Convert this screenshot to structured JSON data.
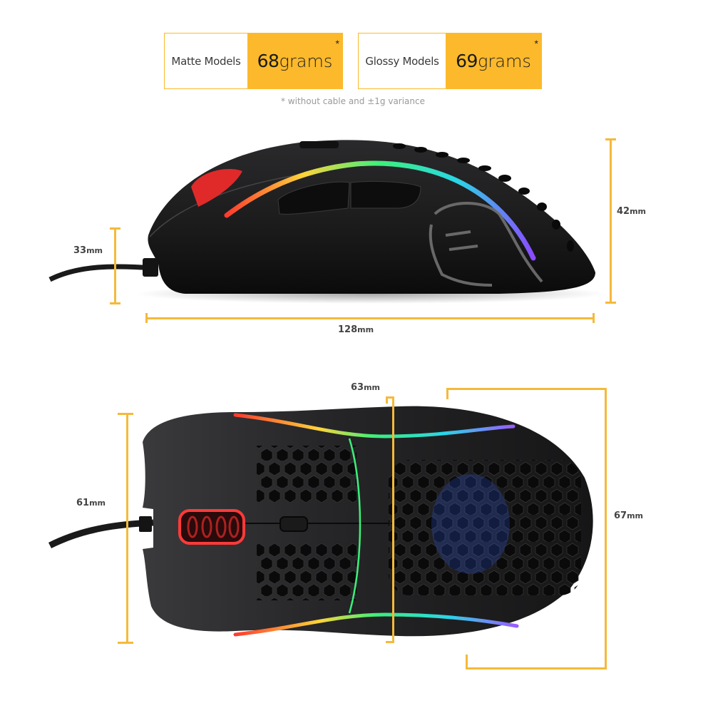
{
  "weights": [
    {
      "label": "Matte Models",
      "value": "68",
      "unit": "grams",
      "mark": "*"
    },
    {
      "label": "Glossy Models",
      "value": "69",
      "unit": "grams",
      "mark": "*"
    }
  ],
  "footnote": "* without cable and ±1g variance",
  "side_view": {
    "front_height": {
      "value": "33",
      "unit": "mm"
    },
    "rear_height": {
      "value": "42",
      "unit": "mm"
    },
    "length": {
      "value": "128",
      "unit": "mm"
    }
  },
  "top_view": {
    "front_width": {
      "value": "61",
      "unit": "mm"
    },
    "grip_width": {
      "value": "63",
      "unit": "mm"
    },
    "rear_width": {
      "value": "67",
      "unit": "mm"
    }
  },
  "colors": {
    "accent": "#fbb92b",
    "dimension_line": "#f5b93a",
    "mouse_body": "#1c1c1e",
    "text": "#444444"
  }
}
